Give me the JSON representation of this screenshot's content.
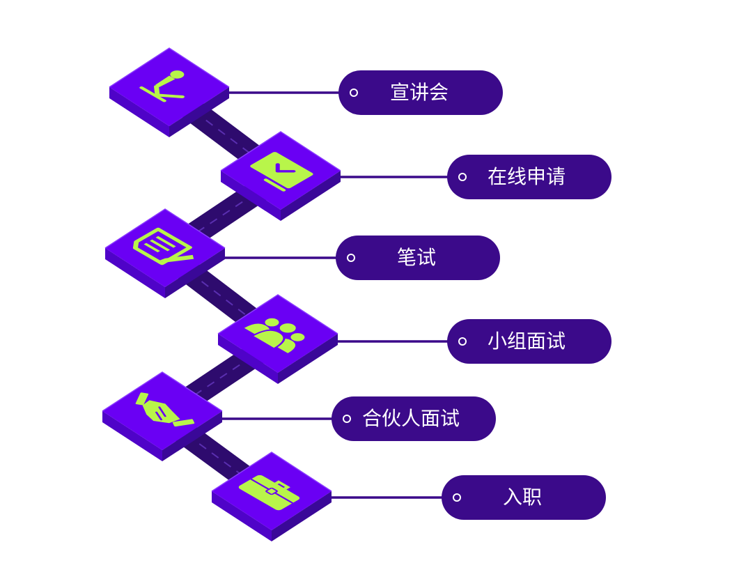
{
  "steps": [
    {
      "label": "宣讲会",
      "icon": "microphone-icon"
    },
    {
      "label": "在线申请",
      "icon": "online-application-icon"
    },
    {
      "label": "笔试",
      "icon": "written-test-icon"
    },
    {
      "label": "小组面试",
      "icon": "group-interview-icon"
    },
    {
      "label": "合伙人面试",
      "icon": "handshake-icon"
    },
    {
      "label": "入职",
      "icon": "briefcase-icon"
    }
  ],
  "colors": {
    "tile_top": "#6a00f4",
    "tile_side": "#4f03c8",
    "tile_front": "#3a0898",
    "icon": "#b8f54a",
    "path": "#2e0b6e",
    "pill": "#3b0a8a",
    "connector": "#3b0a8a"
  }
}
